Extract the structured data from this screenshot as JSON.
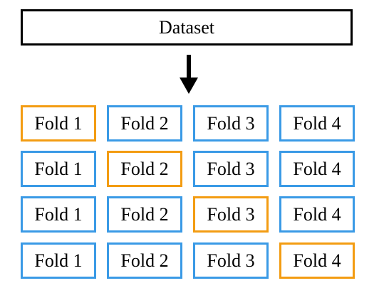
{
  "dataset_label": "Dataset",
  "colors": {
    "train_border": "#3a9ae6",
    "test_border": "#f39c12",
    "dataset_border": "#000000"
  },
  "rows": [
    {
      "folds": [
        "Fold 1",
        "Fold 2",
        "Fold 3",
        "Fold 4"
      ],
      "highlight_index": 0
    },
    {
      "folds": [
        "Fold 1",
        "Fold 2",
        "Fold 3",
        "Fold 4"
      ],
      "highlight_index": 1
    },
    {
      "folds": [
        "Fold 1",
        "Fold 2",
        "Fold 3",
        "Fold 4"
      ],
      "highlight_index": 2
    },
    {
      "folds": [
        "Fold 1",
        "Fold 2",
        "Fold 3",
        "Fold 4"
      ],
      "highlight_index": 3
    }
  ]
}
